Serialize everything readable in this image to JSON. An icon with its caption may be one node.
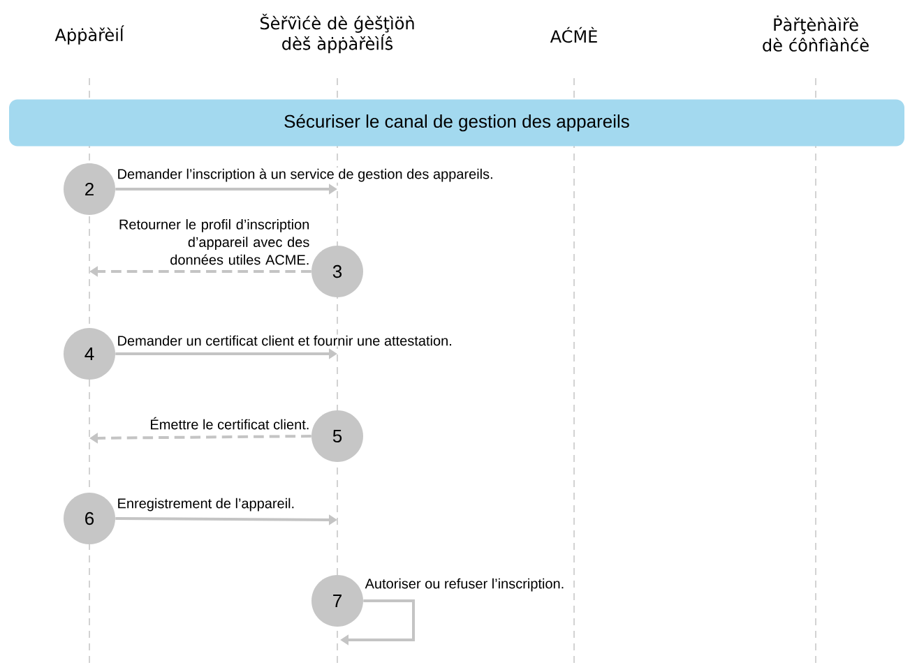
{
  "diagram": {
    "nodes": [
      {
        "text": [
          "Aṗṗàřèiĺ"
        ]
      },
      {
        "text": [
          "Šèřṽìćè dè ǵèšţìöǹ dèš àṗṗàřèìĺŝ"
        ]
      },
      {
        "text": [
          "AĆḾÈ"
        ]
      },
      {
        "text": [
          "Ṗàřţèǹàìřè dè ćôǹfìàǹćè"
        ]
      },
      {
        "text": [
          "Sécuriser le canal de gestion des appareils"
        ]
      },
      {
        "text": [
          "2"
        ]
      },
      {
        "text": [
          "3"
        ]
      },
      {
        "text": [
          "4"
        ]
      },
      {
        "text": [
          "5"
        ]
      },
      {
        "text": [
          "6"
        ]
      },
      {
        "text": [
          "7"
        ]
      }
    ],
    "edges": [
      {
        "from": 5,
        "to": null,
        "arrow": "to",
        "label": "Demander l’inscription à un service de gestion des appareils."
      },
      {
        "from": 6,
        "to": null,
        "arrow": "to",
        "style": "dashed",
        "label": "Retourner le profil d’inscription d’appareil avec des données utiles ACME."
      },
      {
        "from": 7,
        "to": null,
        "arrow": "to",
        "label": "Demander un certificat client et fournir une attestation."
      },
      {
        "from": 8,
        "to": null,
        "arrow": "to",
        "style": "dashed",
        "label": "Émettre le certificat client."
      },
      {
        "from": 9,
        "to": null,
        "arrow": "to",
        "label": "Enregistrement de l’appareil."
      },
      {
        "from": 10,
        "to": null,
        "arrow": "to",
        "label": "Autoriser ou refuser l’inscription."
      }
    ]
  }
}
